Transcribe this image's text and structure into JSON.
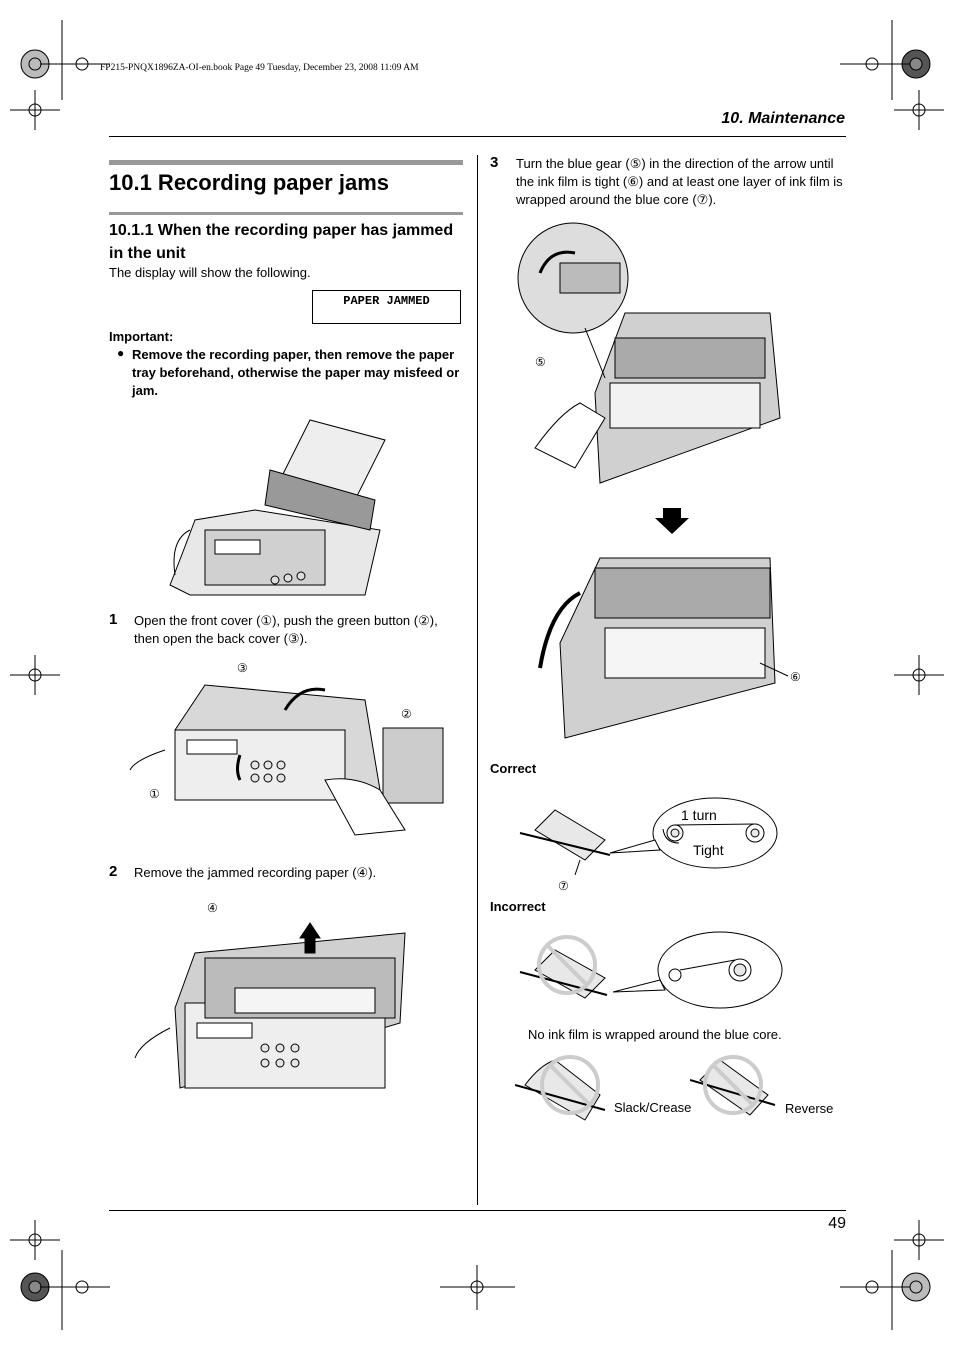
{
  "print_info": "FP215-PNQX1896ZA-OI-en.book  Page 49  Tuesday, December 23, 2008  11:09 AM",
  "header": {
    "chapter": "10. Maintenance"
  },
  "section": {
    "title": "10.1 Recording paper jams",
    "subtitle": "10.1.1 When the recording paper has jammed in the unit",
    "intro": "The display will show the following.",
    "display_text": "PAPER JAMMED",
    "important_label": "Important:",
    "important_bullet": "Remove the recording paper, then remove the paper tray beforehand, otherwise the paper may misfeed or jam."
  },
  "steps": [
    {
      "num": "1",
      "text": "Open the front cover (①), push the green button (②), then open the back cover (③)."
    },
    {
      "num": "2",
      "text": "Remove the jammed recording paper (④)."
    },
    {
      "num": "3",
      "text": "Turn the blue gear (⑤) in the direction of the arrow until the ink film is tight (⑥) and at least one layer of ink film is wrapped around the blue core (⑦)."
    }
  ],
  "callouts": {
    "c1": "①",
    "c2": "②",
    "c3": "③",
    "c4": "④",
    "c5": "⑤",
    "c6": "⑥",
    "c7": "⑦"
  },
  "correct": {
    "label": "Correct",
    "turn": "1 turn",
    "tight": "Tight"
  },
  "incorrect": {
    "label": "Incorrect",
    "caption": "No ink film is wrapped around the blue core.",
    "slack": "Slack/Crease",
    "reverse": "Reverse"
  },
  "page_number": "49"
}
